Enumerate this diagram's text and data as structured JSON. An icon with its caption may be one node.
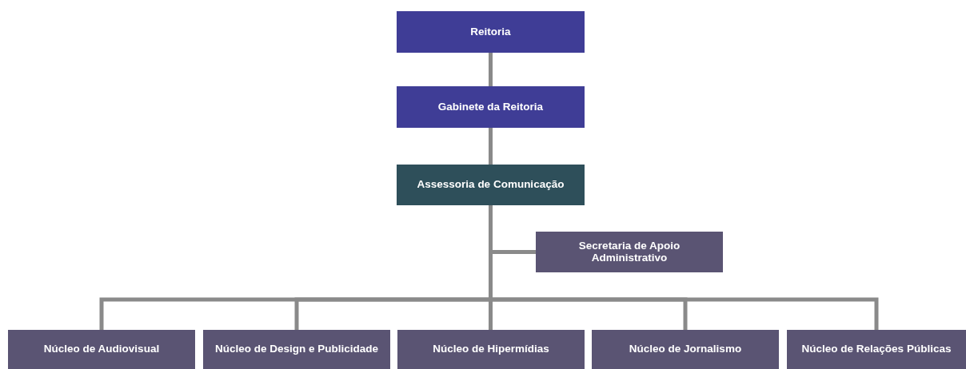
{
  "diagram": {
    "nodes": [
      {
        "text": [
          "Reitoria"
        ]
      },
      {
        "text": [
          "Gabinete da Reitoria"
        ]
      },
      {
        "text": [
          "Assessoria de Comunicação"
        ]
      },
      {
        "text": [
          "Secretaria de Apoio Administrativo"
        ]
      },
      {
        "text": [
          "Núcleo de Audiovisual"
        ]
      },
      {
        "text": [
          "Núcleo de Design e Publicidade"
        ]
      },
      {
        "text": [
          "Núcleo de Hipermídias"
        ]
      },
      {
        "text": [
          "Núcleo de Jornalismo"
        ]
      },
      {
        "text": [
          "Núcleo de Relações Públicas"
        ]
      }
    ],
    "edges": [
      {
        "from": 0,
        "to": 1,
        "arrow": "none"
      },
      {
        "from": 1,
        "to": 2,
        "arrow": "none"
      },
      {
        "from": 2,
        "to": 3,
        "arrow": "none"
      },
      {
        "from": 2,
        "to": 4,
        "arrow": "none"
      },
      {
        "from": 2,
        "to": 5,
        "arrow": "none"
      },
      {
        "from": 2,
        "to": 6,
        "arrow": "none"
      },
      {
        "from": 2,
        "to": 7,
        "arrow": "none"
      },
      {
        "from": 2,
        "to": 8,
        "arrow": "none"
      }
    ]
  }
}
